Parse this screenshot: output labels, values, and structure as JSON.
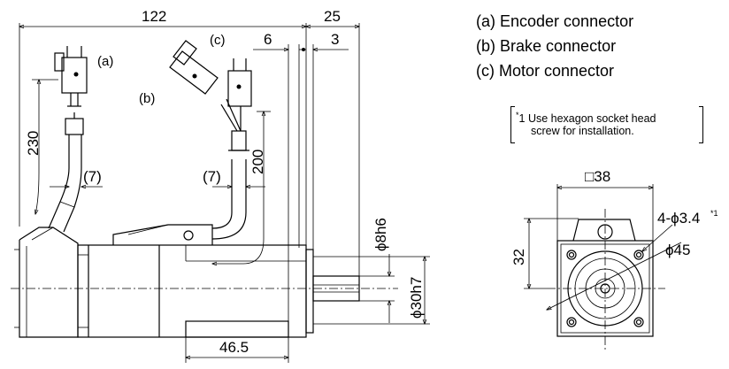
{
  "legend": {
    "encoder": "(a) Encoder connector",
    "brake": "(b) Brake connector",
    "motor": "(c) Motor connector"
  },
  "note": {
    "mark": "*",
    "line1": "1 Use hexagon socket head",
    "line2": "screw for installation."
  },
  "side_view": {
    "label_a": "(a)",
    "label_b": "(b)",
    "label_c": "(c)",
    "dim_length": "122",
    "dim_shaft": "25",
    "dim_6": "6",
    "dim_3": "3",
    "dim_230": "230",
    "dim_200": "200",
    "dim_7_left": "(7)",
    "dim_7_right": "(7)",
    "dim_46_5": "46.5",
    "dim_shaft_dia": "ϕ8h6",
    "dim_spigot_dia": "ϕ30h7"
  },
  "end_view": {
    "dim_square": "□38",
    "dim_holes": "4-ϕ3.4",
    "dim_holes_note": "*1",
    "dim_pcd": "ϕ45",
    "dim_32": "32"
  }
}
